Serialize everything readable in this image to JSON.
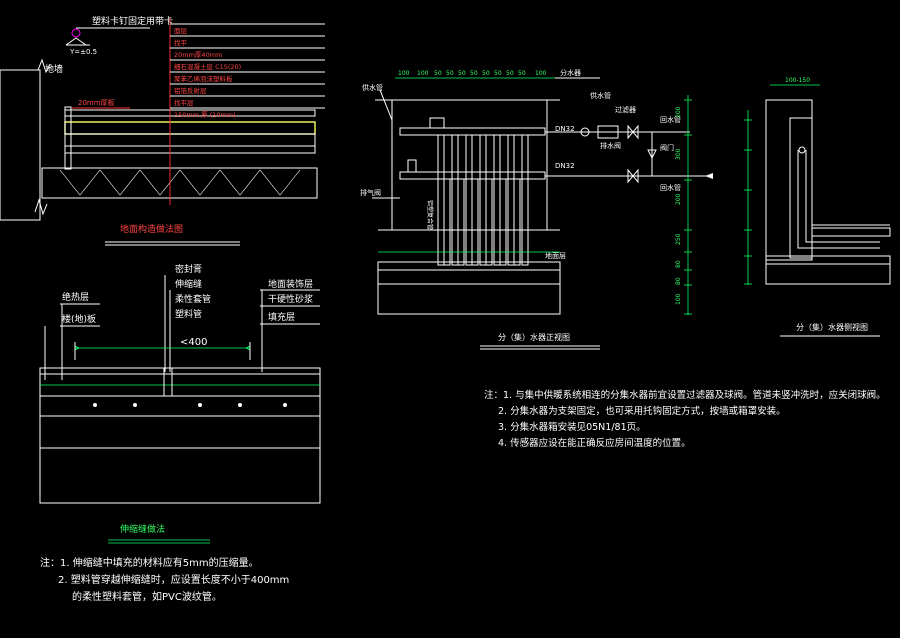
{
  "colors": {
    "background": "#000000",
    "line": "#ffffff",
    "dimension": "#00ff66",
    "hatch_pink": "#ff00ff",
    "red": "#ff3333",
    "yellow": "#ffff66",
    "cyan": "#33ffff"
  },
  "floor_detail": {
    "top_label": "塑料卡钉固定用带卡",
    "level_mark": "Y=±0.5",
    "wall_mark": "地墙",
    "red_note": "20mm厚板",
    "layer_labels": [
      "面层",
      "找平",
      "20mm厚40mm",
      "细石混凝土层 C15(20)",
      "聚苯乙烯泡沫塑料板",
      "铝箔反射层",
      "找平层",
      "150mm 厚 (10mm)"
    ],
    "title": "地面构造做法图"
  },
  "joint_detail": {
    "labels_left": [
      "绝热层",
      "楼(地)板"
    ],
    "labels_mid": [
      "密封膏",
      "伸缩缝",
      "柔性套管",
      "塑料管"
    ],
    "labels_right": [
      "地面装饰层",
      "干硬性砂浆",
      "填充层"
    ],
    "dimension": "<400",
    "title": "伸缩缝做法",
    "notes": [
      "注：1. 伸缩缝中填充的材料应有5mm的压缩量。",
      "2. 塑料管穿越伸缩缝时，应设置长度不小于400mm",
      "的柔性塑料套管，如PVC波纹管。"
    ]
  },
  "manifold": {
    "top_dims": [
      "100",
      "100",
      "50",
      "50",
      "50",
      "50",
      "50",
      "50",
      "50",
      "50",
      "100"
    ],
    "labels": [
      "供水管",
      "分水器",
      "供水管",
      "回水管",
      "回水管",
      "过滤器",
      "阀门",
      "排水阀",
      "铝塑复合管",
      "排气阀",
      "地面层"
    ],
    "pipe_labels": [
      "DN32",
      "DN32"
    ],
    "right_dims": [
      "200",
      "300",
      "200",
      "250",
      "80",
      "80",
      "100"
    ],
    "title": "分（集）水器正视图",
    "side_title": "分（集）水器侧视图",
    "side_dim": "100-150",
    "notes": [
      "注：1. 与集中供暖系统相连的分集水器前宜设置过滤器及球阀。管道未竖冲洗时，应关闭球阀。",
      "2. 分集水器为支架固定，也可采用托钩固定方式，按墙或箱罩安装。",
      "3. 分集水器箱安装见05N1/81页。",
      "4. 传感器应设在能正确反应房间温度的位置。"
    ]
  }
}
